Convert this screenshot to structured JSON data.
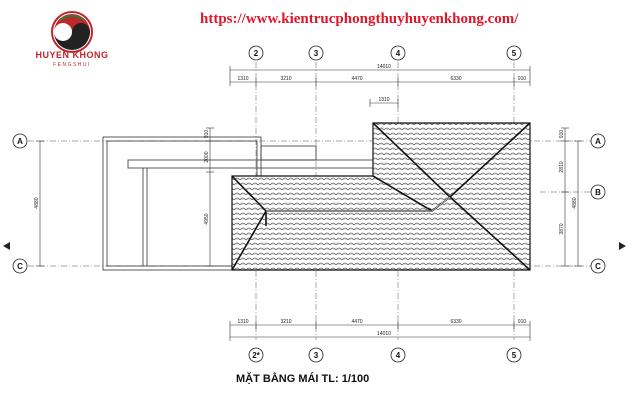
{
  "header": {
    "website_url": "https://www.kientrucphongthuyhuyenkhong.com/",
    "logo_main": "HUYEN KHONG",
    "logo_sub": "FENGSHUI",
    "logo_colors": {
      "red": "#c0262d",
      "dark": "#222222",
      "green": "#2e7d32"
    }
  },
  "drawing": {
    "title": "MẶT BẰNG MÁI TL: 1/100",
    "grid_top": [
      "2",
      "3",
      "4",
      "5"
    ],
    "grid_bottom": [
      "2*",
      "3",
      "4",
      "5"
    ],
    "grid_left": [
      "A",
      "C"
    ],
    "grid_right": [
      "A",
      "B",
      "C"
    ],
    "dims_top": {
      "total": "14010",
      "segments": [
        "1310",
        "3210",
        "4470",
        "6330",
        "910"
      ],
      "offset": "1310"
    },
    "dims_bottom": {
      "total": "14010",
      "segments": [
        "1310",
        "3210",
        "4470",
        "6330",
        "910"
      ]
    },
    "dims_left": {
      "total": "4880"
    },
    "dims_middle": [
      "910",
      "2000",
      "4950"
    ],
    "dims_right": {
      "total": "4880",
      "segments": [
        "910",
        "2810",
        "3870"
      ]
    },
    "colors": {
      "line": "#333333",
      "url": "#e0162b"
    }
  }
}
